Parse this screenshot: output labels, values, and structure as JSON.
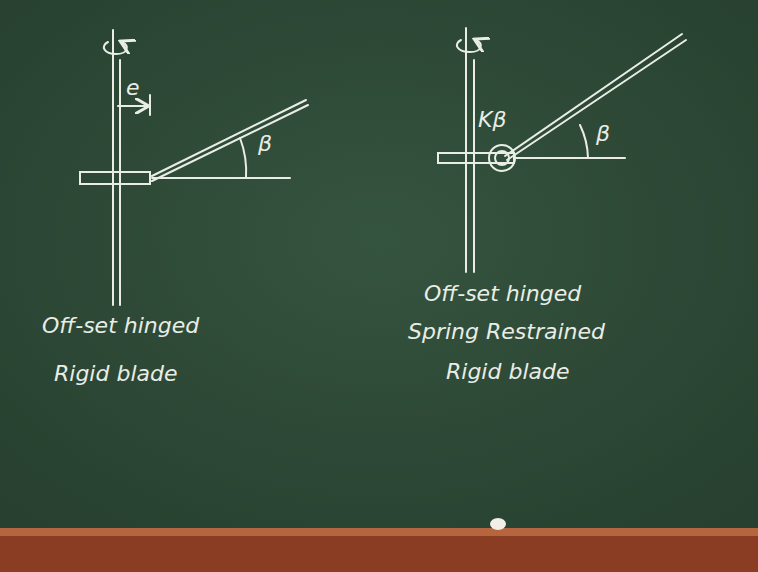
{
  "diagram": {
    "labels": [
      "e",
      "β",
      "Off-set hinged",
      "Rigid blade",
      "Kβ",
      "β",
      "Off-set hinged",
      "Spring Restrained",
      "Rigid blade"
    ]
  }
}
